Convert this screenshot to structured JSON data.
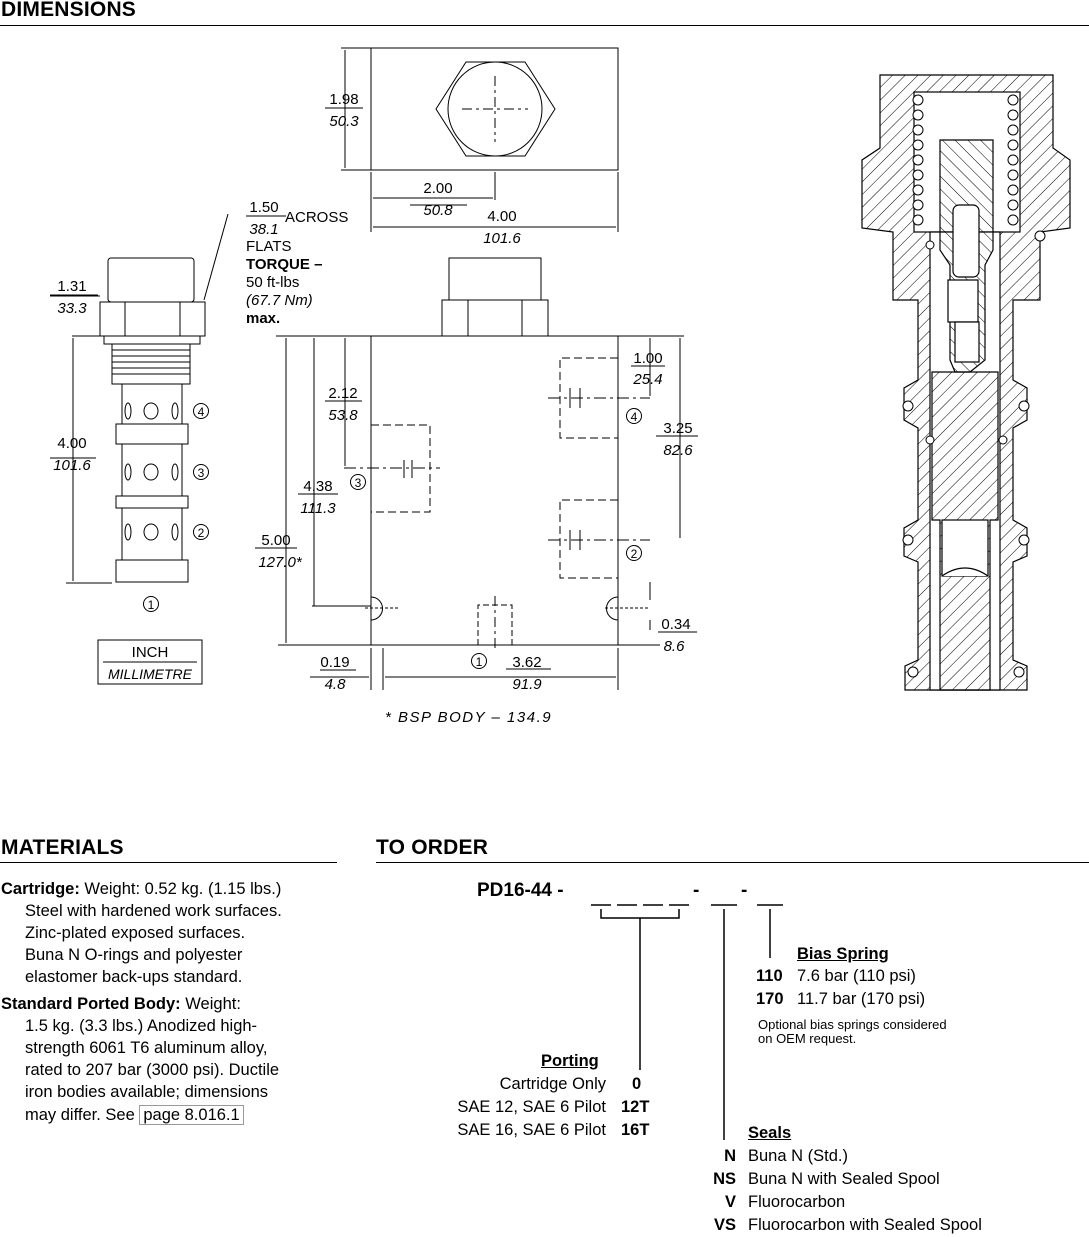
{
  "headings": {
    "dimensions": "DIMENSIONS",
    "materials": "MATERIALS",
    "to_order": "TO ORDER"
  },
  "drawing": {
    "top_view": {
      "height_in": "1.98",
      "height_mm": "50.3",
      "half_in": "2.00",
      "half_mm": "50.8",
      "width_in": "4.00",
      "width_mm": "101.6"
    },
    "cartridge": {
      "hex_in": "1.50",
      "hex_mm": "38.1",
      "across": "ACROSS",
      "flats": "FLATS",
      "torque_1": "TORQUE –",
      "torque_2": "50 ft-lbs",
      "torque_3": "(67.7 Nm)",
      "torque_4": "max.",
      "head_in": "1.31",
      "head_mm": "33.3",
      "length_in": "4.00",
      "length_mm": "101.6",
      "ports": [
        "4",
        "3",
        "2",
        "1"
      ]
    },
    "units": {
      "inch": "INCH",
      "mm": "MILLIMETRE"
    },
    "body": {
      "d212_in": "2.12",
      "d212_mm": "53.8",
      "d438_in": "4.38",
      "d438_mm": "111.3",
      "d500_in": "5.00",
      "d500_mm": "127.0*",
      "d100_in": "1.00",
      "d100_mm": "25.4",
      "d325_in": "3.25",
      "d325_mm": "82.6",
      "d034_in": "0.34",
      "d034_mm": "8.6",
      "d019_in": "0.19",
      "d019_mm": "4.8",
      "d362_in": "3.62",
      "d362_mm": "91.9",
      "ports": [
        "3",
        "4",
        "2",
        "1"
      ],
      "note": "* BSP BODY – 134.9"
    }
  },
  "materials": {
    "cartridge_label": "Cartridge:",
    "cartridge_lines": [
      " Weight: 0.52 kg. (1.15 lbs.)",
      "Steel with hardened work surfaces.",
      "Zinc-plated exposed surfaces.",
      "Buna N O-rings and polyester",
      "elastomer back-ups standard."
    ],
    "body_label": "Standard Ported Body:",
    "body_lines": [
      " Weight:",
      "1.5 kg. (3.3 lbs.) Anodized high-",
      "strength 6061 T6 aluminum alloy,",
      "rated to 207 bar (3000 psi). Ductile",
      "iron bodies available; dimensions",
      "may differ. See "
    ],
    "page_link": "page 8.016.1"
  },
  "order": {
    "model": "PD16-44 -",
    "dash": "-",
    "bias_spring": {
      "title": "Bias Spring",
      "options": [
        {
          "code": "110",
          "desc": "7.6 bar (110 psi)"
        },
        {
          "code": "170",
          "desc": "11.7 bar (170 psi)"
        }
      ],
      "note_1": "Optional bias springs considered",
      "note_2": "on OEM request."
    },
    "porting": {
      "title": "Porting",
      "options": [
        {
          "desc": "Cartridge Only",
          "code": "0"
        },
        {
          "desc": "SAE 12, SAE 6 Pilot",
          "code": "12T"
        },
        {
          "desc": "SAE 16, SAE 6 Pilot",
          "code": "16T"
        }
      ]
    },
    "seals": {
      "title": "Seals",
      "options": [
        {
          "code": "N",
          "desc": "Buna N (Std.)"
        },
        {
          "code": "NS",
          "desc": "Buna N with Sealed Spool"
        },
        {
          "code": "V",
          "desc": "Fluorocarbon"
        },
        {
          "code": "VS",
          "desc": "Fluorocarbon with Sealed Spool"
        }
      ]
    }
  }
}
